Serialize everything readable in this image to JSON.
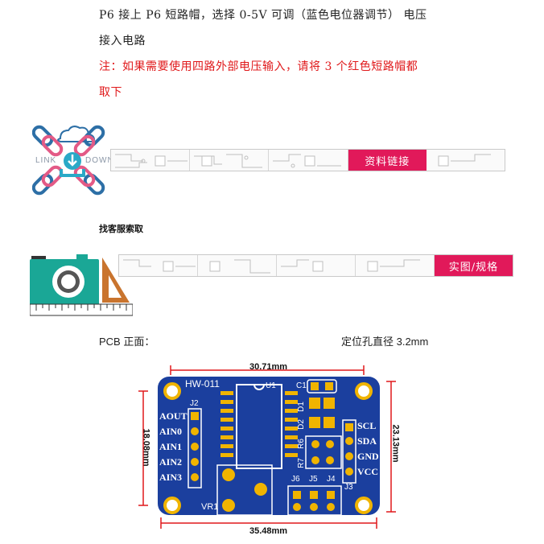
{
  "paragraphs": {
    "line1": "P6 接上 P6 短路帽，选择 0-5V 可调（蓝色电位器调节） 电压",
    "line2": "接入电路",
    "note_line1": "注：如果需要使用四路外部电压输入，请将 3 个红色短路帽都",
    "note_line2": "取下"
  },
  "download_banner": {
    "icon_left_text": "LINK",
    "icon_right_text": "DOWN",
    "button_label": "资料链接"
  },
  "service_text": "找客服索取",
  "photo_banner": {
    "button_label": "实图/规格"
  },
  "pcb": {
    "front_label": "PCB 正面：",
    "hole_label": "定位孔直径 3.2mm",
    "top_dim": "30.71mm",
    "bottom_dim": "35.48mm",
    "left_dim": "18.08mm",
    "right_dim": "23.13mm",
    "model": "HW-011",
    "u1": "U1",
    "j2": "J2",
    "j3": "J3",
    "j4": "J4",
    "j5": "J5",
    "j6": "J6",
    "c1": "C1",
    "d1": "D1",
    "d2": "D2",
    "r6": "R6",
    "r7": "R7",
    "vr1": "VR1",
    "left_pins": [
      "AOUT",
      "AIN0",
      "AIN1",
      "AIN2",
      "AIN3"
    ],
    "right_pins": [
      "SCL",
      "SDA",
      "GND",
      "VCC"
    ]
  },
  "colors": {
    "board": "#1b3f9e",
    "pad": "#f0b400",
    "accent_pink": "#e1195a",
    "note_red": "#e0191b",
    "dim_red": "#e0191b"
  }
}
